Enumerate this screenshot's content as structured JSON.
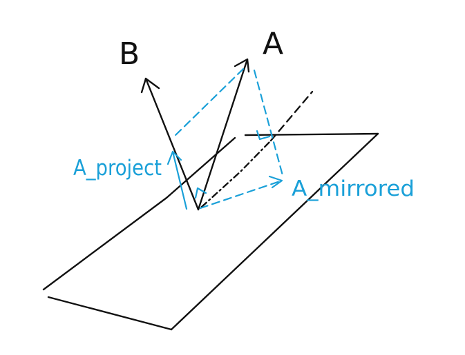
{
  "labels": {
    "b": "B",
    "a": "A",
    "a_project": "A_project",
    "a_mirrored": "A_mirrored"
  },
  "colors": {
    "ink": "#111111",
    "accent": "#1aa0d8",
    "background": "#ffffff"
  }
}
